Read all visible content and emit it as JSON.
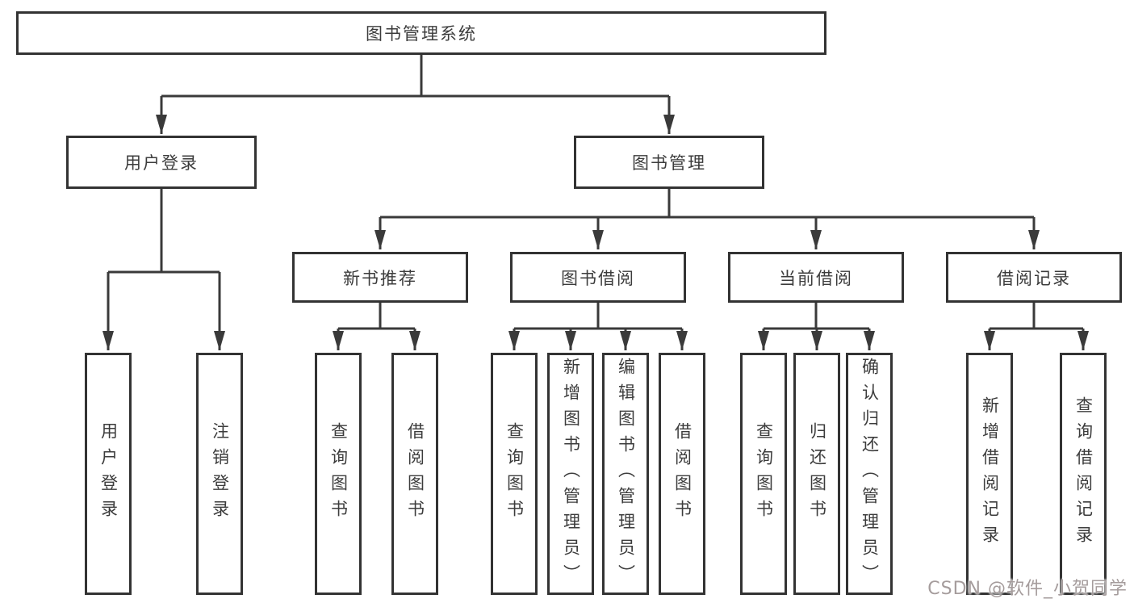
{
  "diagram": {
    "kind": "hierarchy-tree",
    "tree": {
      "label": "图书管理系统",
      "children": [
        {
          "label": "用户登录",
          "children": [
            {
              "label": "用户登录"
            },
            {
              "label": "注销登录"
            }
          ]
        },
        {
          "label": "图书管理",
          "children": [
            {
              "label": "新书推荐",
              "children": [
                {
                  "label": "查询图书"
                },
                {
                  "label": "借阅图书"
                }
              ]
            },
            {
              "label": "图书借阅",
              "children": [
                {
                  "label": "查询图书"
                },
                {
                  "label": "新增图书（管理员）"
                },
                {
                  "label": "编辑图书（管理员）"
                },
                {
                  "label": "借阅图书"
                }
              ]
            },
            {
              "label": "当前借阅",
              "children": [
                {
                  "label": "查询图书"
                },
                {
                  "label": "归还图书"
                },
                {
                  "label": "确认归还（管理员）"
                }
              ]
            },
            {
              "label": "借阅记录",
              "children": [
                {
                  "label": "新增借阅记录"
                },
                {
                  "label": "查询借阅记录"
                }
              ]
            }
          ]
        }
      ]
    }
  },
  "watermark": {
    "text": "CSDN @软件_小贺同学"
  },
  "colors": {
    "line": "#3a3a3a",
    "border": "#333333",
    "text": "#3c3c3c",
    "bg": "#ffffff",
    "watermark": "#a59c9c"
  }
}
